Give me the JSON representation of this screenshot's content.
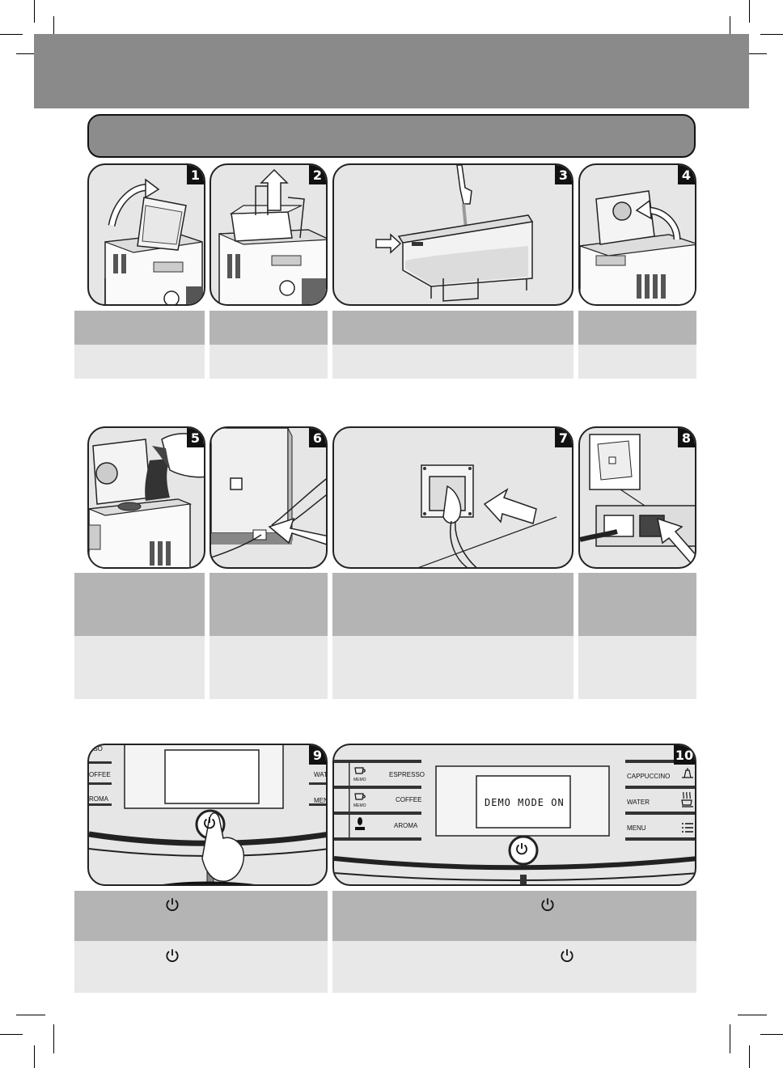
{
  "steps": [
    {
      "number": "1"
    },
    {
      "number": "2"
    },
    {
      "number": "3"
    },
    {
      "number": "4"
    },
    {
      "number": "5"
    },
    {
      "number": "6"
    },
    {
      "number": "7"
    },
    {
      "number": "8"
    },
    {
      "number": "9"
    },
    {
      "number": "10"
    }
  ],
  "panel9": {
    "labels_left": [
      "SSO",
      "OFFEE",
      "ROMA"
    ],
    "labels_right": [
      "WAT",
      "MEN"
    ]
  },
  "panel10": {
    "display": "DEMO MODE ON",
    "memo": "MEMO",
    "left_buttons": [
      "ESPRESSO",
      "COFFEE",
      "AROMA"
    ],
    "right_buttons": [
      "CAPPUCCINO",
      "WATER",
      "MENU"
    ]
  },
  "icons": [
    "power-icon",
    "cup-icon",
    "bean-icon",
    "milk-icon",
    "water-icon",
    "menu-icon",
    "arrow-icon"
  ]
}
